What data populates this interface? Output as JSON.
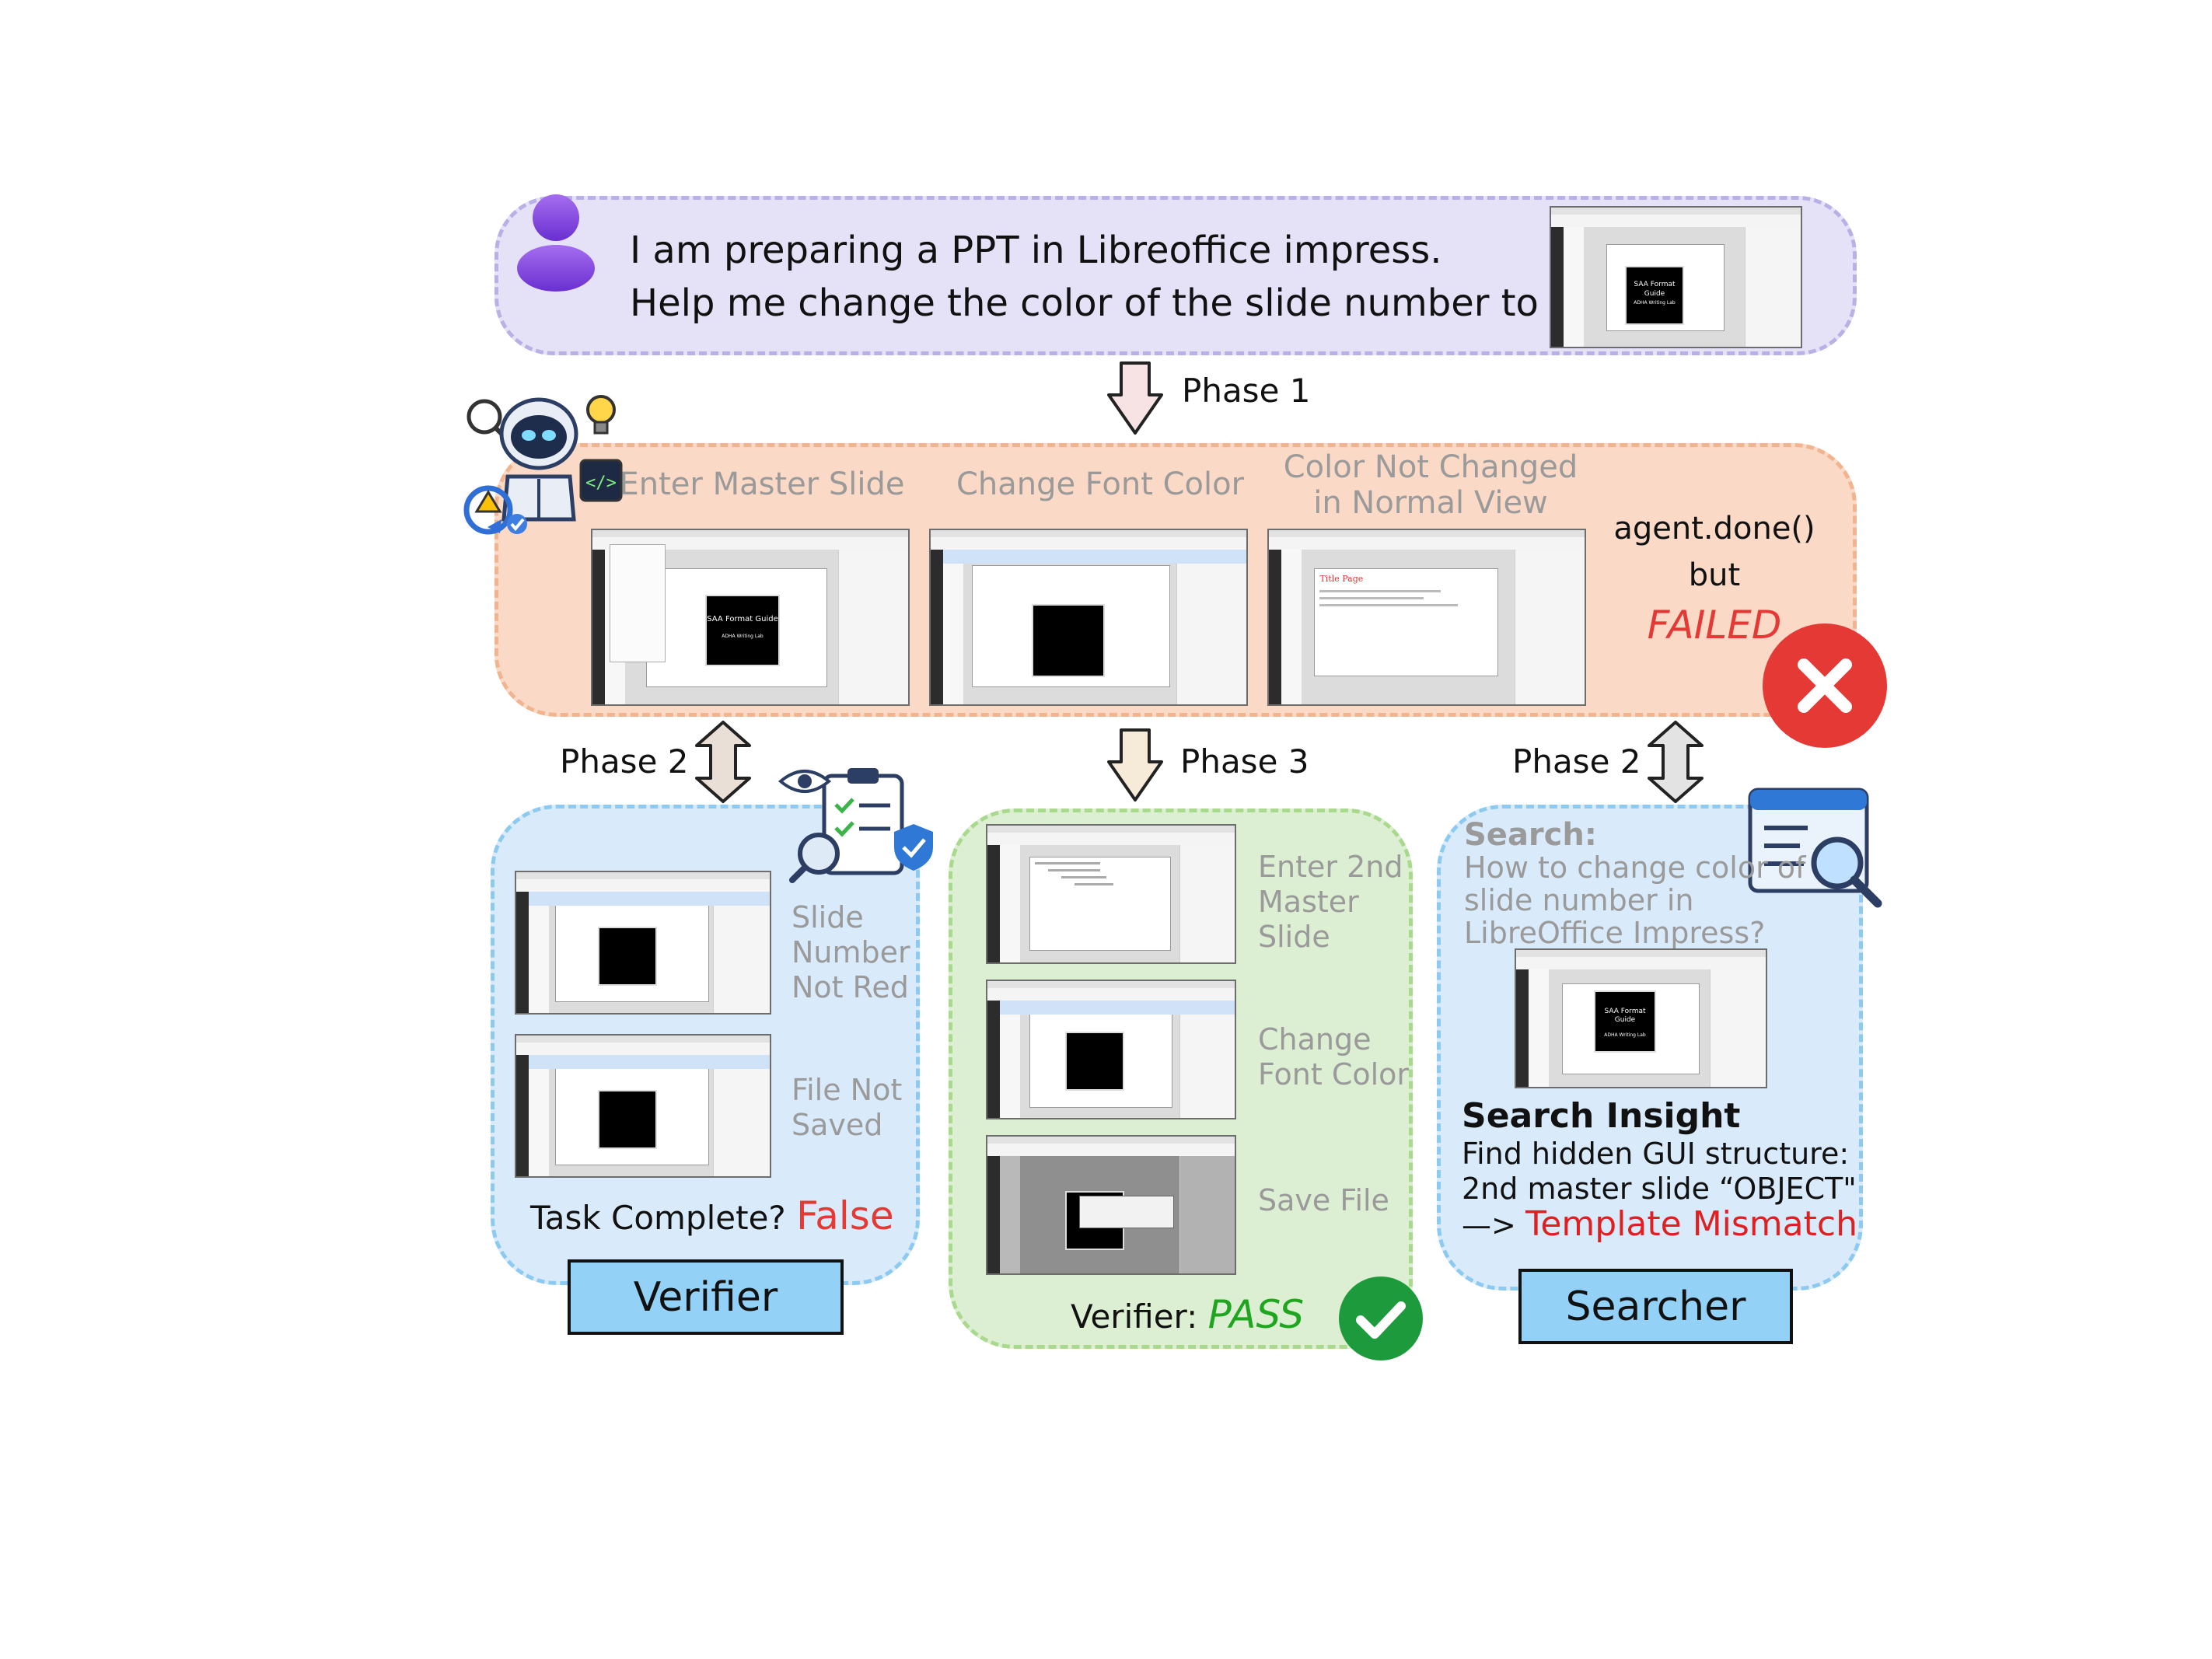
{
  "user": {
    "line1": "I am preparing a PPT in Libreoffice impress.",
    "line2": "Help me change the color of the slide number to red.",
    "screenshot": {
      "slide_title": "SAA Format Guide",
      "slide_sub": "ADHA Writing Lab"
    }
  },
  "phase_labels": {
    "phase1": "Phase 1",
    "phase2_left": "Phase 2",
    "phase3": "Phase 3",
    "phase2_right": "Phase 2"
  },
  "agent": {
    "step1": "Enter Master Slide",
    "step2": "Change Font Color",
    "step3_line1": "Color Not Changed",
    "step3_line2": "in Normal View",
    "status_line1": "agent.done()",
    "status_line2": "but",
    "status_line3": "FAILED",
    "step1_slide_title": "SAA Format Guide",
    "step1_slide_sub": "ADHA Writing Lab",
    "step3_slide_title": "Title Page"
  },
  "verifier": {
    "check1_line1": "Slide",
    "check1_line2": "Number",
    "check1_line3": "Not Red",
    "check2_line1": "File Not",
    "check2_line2": "Saved",
    "question": "Task Complete?",
    "answer": "False",
    "box_label": "Verifier"
  },
  "retry": {
    "step1_line1": "Enter 2nd",
    "step1_line2": "Master",
    "step1_line3": "Slide",
    "step2_line1": "Change",
    "step2_line2": "Font Color",
    "step3": "Save File",
    "verdict_label": "Verifier:",
    "verdict_value": "PASS"
  },
  "searcher": {
    "search_label": "Search:",
    "query_line1": "How to change color of",
    "query_line2": "slide number in",
    "query_line3": "LibreOffice Impress?",
    "insight_title": "Search Insight",
    "insight_line1": "Find hidden GUI structure:",
    "insight_line2": "2nd master slide “OBJECT\"",
    "insight_arrow": "—>",
    "insight_highlight": "Template Mismatch",
    "box_label": "Searcher",
    "slide_title": "SAA Format Guide",
    "slide_sub": "ADHA Writing Lab"
  },
  "colors": {
    "fail_red": "#e53935",
    "pass_green": "#1fa51f",
    "highlight_red": "#e02020",
    "user_bg": "#e5e2f7",
    "agent_bg": "#fad9c7",
    "verifier_bg": "#d9ebfb",
    "pass_bg": "#dcefd2"
  },
  "icons": [
    "user-avatar-icon",
    "robot-agent-icon",
    "lightbulb-icon",
    "magnifier-icon",
    "code-icon",
    "warning-icon",
    "cycle-icon",
    "clipboard-check-icon",
    "eye-icon",
    "shield-check-icon",
    "search-window-icon",
    "fail-x-icon",
    "pass-check-icon"
  ]
}
